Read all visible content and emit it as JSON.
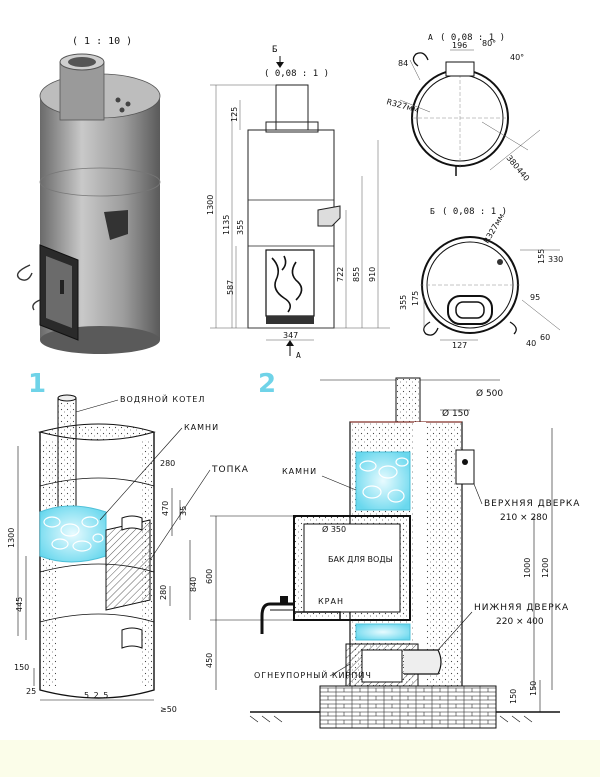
{
  "scales": {
    "iso": "( 1 : 10 )",
    "front_letter": "Б",
    "front": "( 0,08 : 1 )",
    "top_letter": "А",
    "top": "( 0,08 : 1 )",
    "plan_letter": "Б",
    "plan": "( 0,08 : 1 )"
  },
  "front_dims": [
    "1300",
    "1135",
    "355",
    "587",
    "722",
    "855",
    "910",
    "347",
    "125"
  ],
  "front_arrow": "А",
  "top_dims": [
    "84",
    "196",
    "80°",
    "40°",
    "380",
    "440",
    "R327мм"
  ],
  "plan_dims": [
    "R327мм",
    "155",
    "330",
    "355",
    "175",
    "95",
    "60",
    "40",
    "127"
  ],
  "fig1": {
    "number": "1",
    "labels": [
      "ВОДЯНОЙ КОТЕЛ",
      "КАМНИ",
      "ТОПКА"
    ],
    "dims": [
      "1300",
      "280",
      "470",
      "35",
      "445",
      "840",
      "280",
      "150",
      "5 2 5",
      "≥50",
      "25"
    ]
  },
  "fig2": {
    "number": "2",
    "labels": [
      "КАМНИ",
      "БАК ДЛЯ ВОДЫ",
      "КРАН",
      "ОГНЕУПОРНЫЙ КИРПИЧ",
      "ВЕРХНЯЯ ДВЕРКА",
      "210 × 280",
      "НИЖНЯЯ ДВЕРКА",
      "220 × 400"
    ],
    "tank_diameter": "Ø 350",
    "dims": [
      "Ø 500",
      "Ø 150",
      "600",
      "450",
      "1000",
      "1200",
      "150",
      "150"
    ]
  }
}
